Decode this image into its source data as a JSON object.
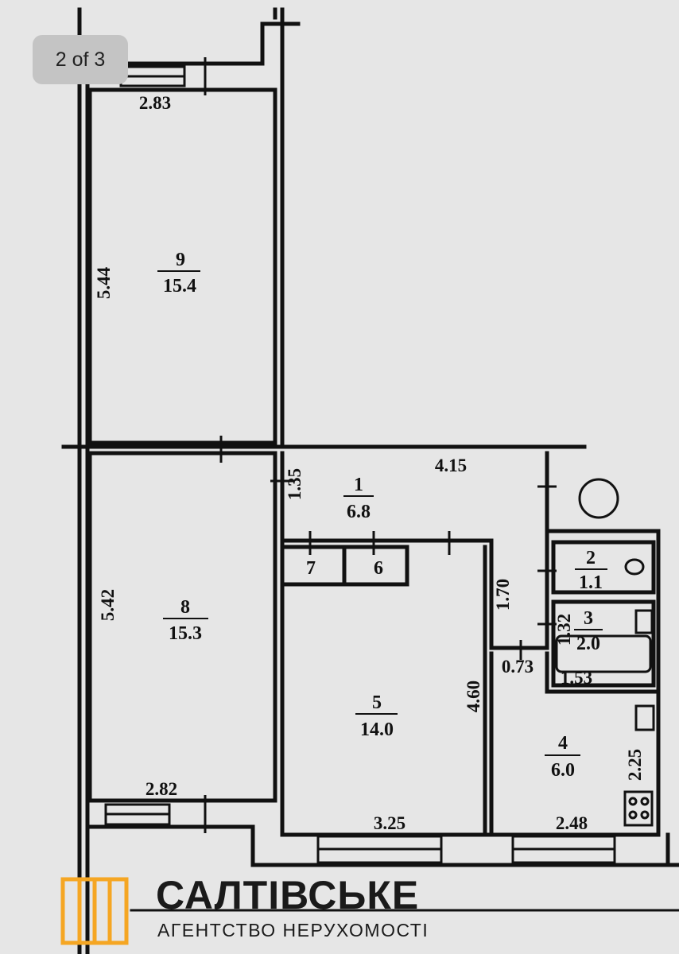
{
  "viewer": {
    "page_indicator": "2 of 3"
  },
  "rooms": [
    {
      "number": "9",
      "area": "15.4"
    },
    {
      "number": "8",
      "area": "15.3"
    },
    {
      "number": "1",
      "area": "6.8"
    },
    {
      "number": "2",
      "area": "1.1"
    },
    {
      "number": "3",
      "area": "2.0"
    },
    {
      "number": "5",
      "area": "14.0"
    },
    {
      "number": "4",
      "area": "6.0"
    },
    {
      "number": "7",
      "area": ""
    },
    {
      "number": "6",
      "area": ""
    }
  ],
  "dimensions": {
    "room9_width": "2.83",
    "room9_length": "5.44",
    "room8_width": "2.82",
    "room8_length": "5.42",
    "hall_length": "4.15",
    "hall_width": "1.35",
    "corridor_length": "1.70",
    "corridor_width": "0.73",
    "room5_length": "4.60",
    "room5_width": "3.25",
    "room3_width": "1.32",
    "room3_length": "1.53",
    "kitchen_width": "2.25",
    "kitchen_length": "2.48"
  },
  "brand": {
    "name": "САЛТІВСЬКЕ",
    "tagline": "АГЕНТСТВО НЕРУХОМОСТІ",
    "color": "#f5a623"
  },
  "colors": {
    "wall": "#111111",
    "background": "#e6e6e6"
  }
}
